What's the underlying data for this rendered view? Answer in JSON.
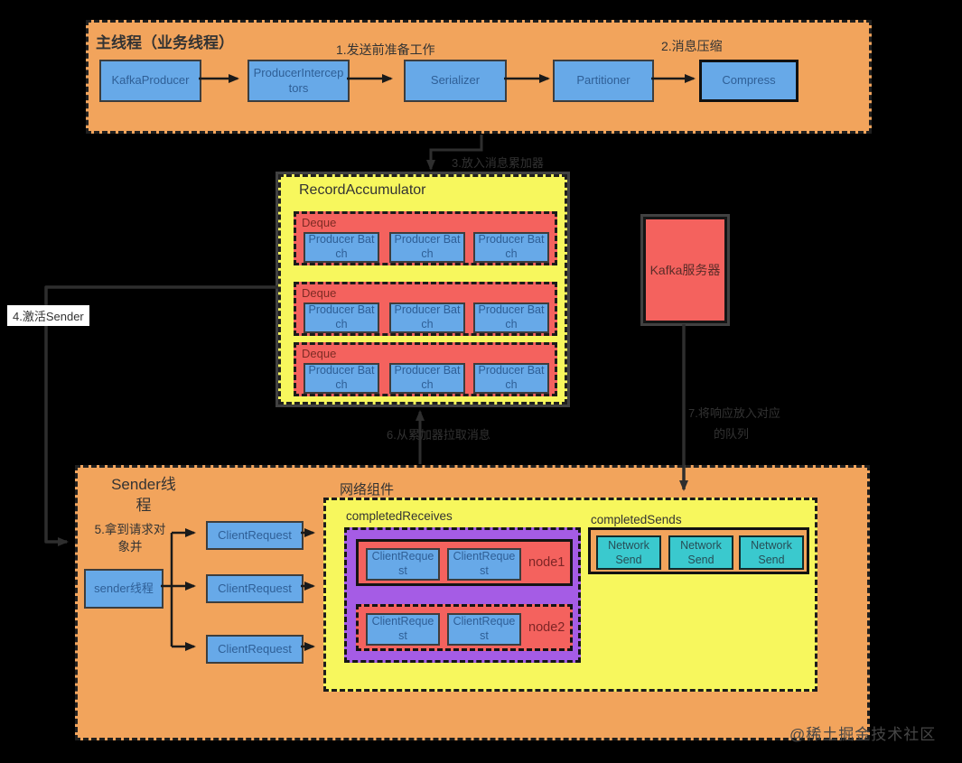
{
  "main_thread": {
    "title": "主线程（业务线程）",
    "step1": "1.发送前准备工作",
    "step2": "2.消息压缩",
    "nodes": [
      "KafkaProducer",
      "ProducerInterceptors",
      "Serializer",
      "Partitioner",
      "Compress"
    ]
  },
  "labels": {
    "step3": "3.放入消息累加器",
    "step4": "4.激活Sender",
    "step6": "6.从累加器拉取消息",
    "step7_line1": "7.将响应放入对应",
    "step7_line2": "的队列"
  },
  "record_accumulator": {
    "title": "RecordAccumulator",
    "deques": [
      {
        "label": "Deque",
        "batches": [
          "Producer Batch",
          "Producer Batch",
          "Producer Batch"
        ]
      },
      {
        "label": "Deque",
        "batches": [
          "Producer Batch",
          "Producer Batch",
          "Producer Batch"
        ]
      },
      {
        "label": "Deque",
        "batches": [
          "Producer Batch",
          "Producer Batch",
          "Producer Batch"
        ]
      }
    ]
  },
  "kafka_server": {
    "label": "Kafka服务器"
  },
  "sender": {
    "title": "Sender线程",
    "step5": "5.拿到请求对象并",
    "sender_box": "sender线程",
    "client_requests": [
      "ClientRequest",
      "ClientRequest",
      "ClientRequest"
    ],
    "network": {
      "title": "网络组件",
      "completed_receives": {
        "label": "completedReceives",
        "nodes": [
          {
            "name": "node1",
            "requests": [
              "ClientRequest",
              "ClientRequest"
            ]
          },
          {
            "name": "node2",
            "requests": [
              "ClientRequest",
              "ClientRequest"
            ]
          }
        ]
      },
      "completed_sends": {
        "label": "completedSends",
        "items": [
          "Network Send",
          "Network Send",
          "Network Send"
        ]
      }
    }
  },
  "watermark": "@稀土掘金技术社区",
  "colors": {
    "orange": "#F2A45C",
    "yellow": "#F7F75D",
    "red": "#F4625E",
    "blue": "#67A9E8",
    "purple": "#A55CE5",
    "cyan": "#3AC9CE"
  }
}
